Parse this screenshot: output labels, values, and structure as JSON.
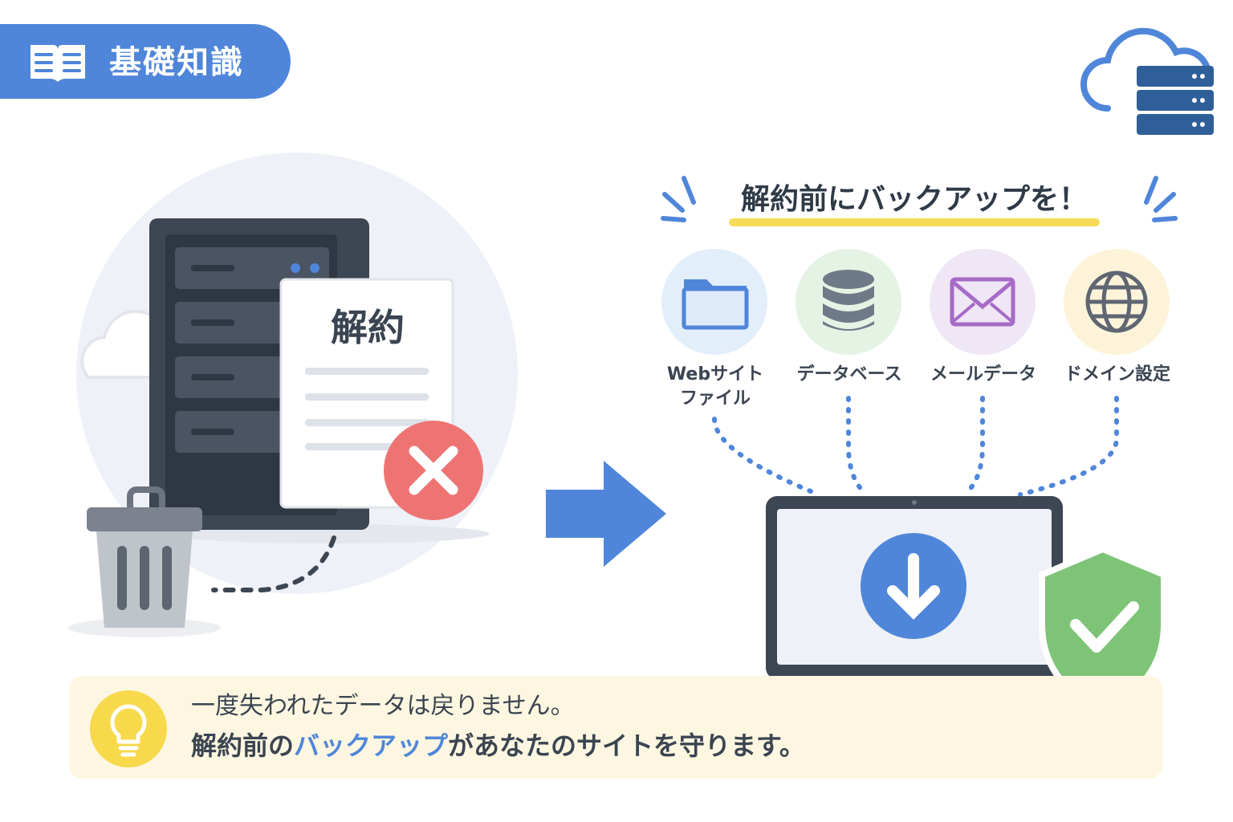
{
  "header": {
    "tag_label": "基礎知識"
  },
  "left": {
    "document_title": "解約"
  },
  "right": {
    "headline": "解約前にバックアップを！",
    "items": [
      {
        "label": "Webサイト",
        "label2": "ファイル",
        "icon": "folder-icon",
        "color": "#e3eefb"
      },
      {
        "label": "データベース",
        "label2": "",
        "icon": "database-icon",
        "color": "#e4f3e3"
      },
      {
        "label": "メールデータ",
        "label2": "",
        "icon": "mail-icon",
        "color": "#efe6f6"
      },
      {
        "label": "ドメイン設定",
        "label2": "",
        "icon": "globe-icon",
        "color": "#fdf3d9"
      }
    ]
  },
  "message": {
    "line1": "一度失われたデータは戻りません。",
    "line2_prefix": "解約前の",
    "line2_highlight": "バックアップ",
    "line2_suffix": "があなたのサイトを守ります。"
  },
  "colors": {
    "accent": "#4f86d9",
    "danger": "#ee7474",
    "success": "#7ec477",
    "highlight": "#f6dc58",
    "server": "#3d4653"
  }
}
